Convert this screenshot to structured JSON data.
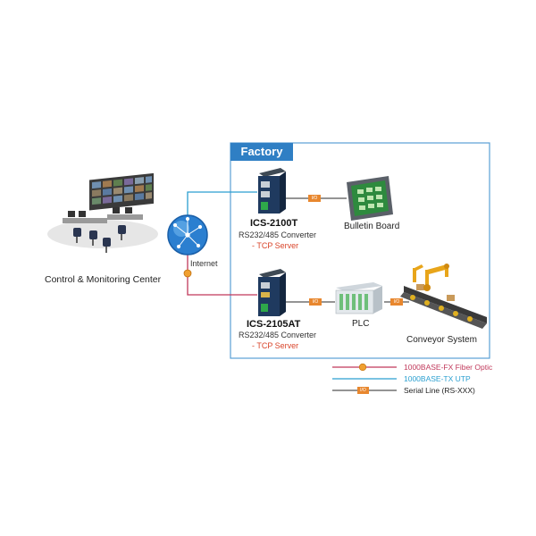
{
  "factory": {
    "title": "Factory"
  },
  "control_center": {
    "label": "Control & Monitoring Center"
  },
  "internet": {
    "label": "Internet"
  },
  "devices": [
    {
      "name": "ICS-2100T",
      "desc": "RS232/485 Converter",
      "role": "- TCP Server"
    },
    {
      "name": "ICS-2105AT",
      "desc": "RS232/485 Converter",
      "role": "- TCP Server"
    }
  ],
  "endpoints": {
    "bulletin": "Bulletin Board",
    "plc": "PLC",
    "conveyor": "Conveyor System"
  },
  "io_tag": "I/O",
  "legend": [
    {
      "label": "1000BASE-FX Fiber Optic",
      "color": "#c0385a"
    },
    {
      "label": "1000BASE-TX UTP",
      "color": "#2a9fd0"
    },
    {
      "label": "Serial Line (RS-XXX)",
      "color": "#222222"
    }
  ],
  "colors": {
    "frame": "#5a9fd4",
    "fiber": "#c0385a",
    "utp": "#2a9fd0",
    "serial": "#555555",
    "io_tag": "#e8872e"
  }
}
